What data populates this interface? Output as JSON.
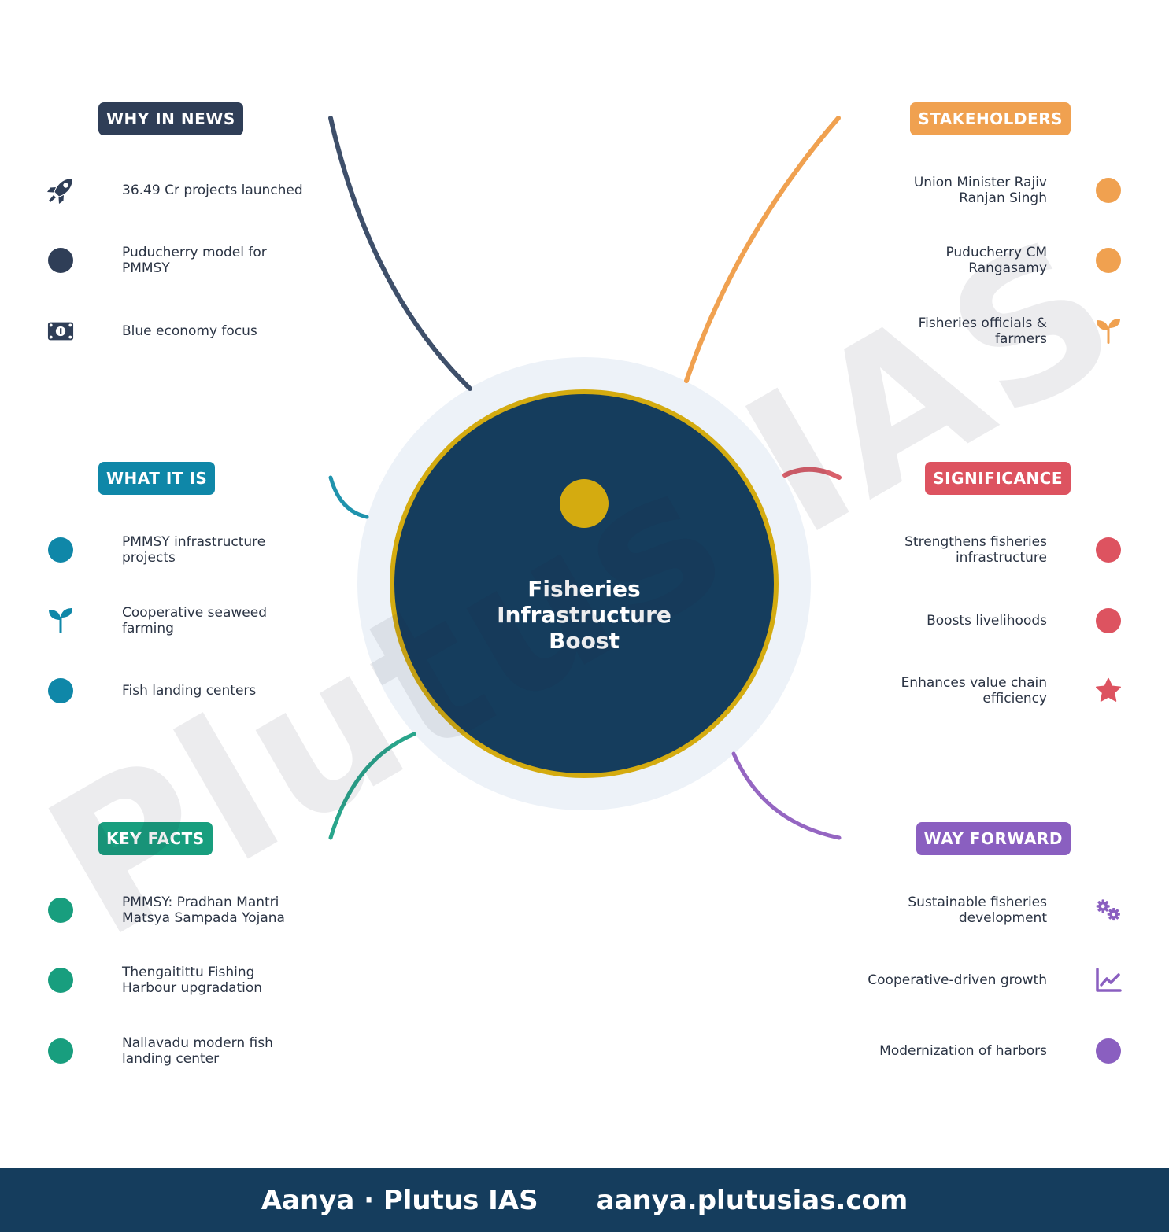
{
  "center": {
    "title_lines": [
      "Fisheries",
      "Infrastructure",
      "Boost"
    ]
  },
  "colors": {
    "navy": "#153d5d",
    "gold": "#d4ab10",
    "halo": "#edf2f8",
    "why": "#2f3e57",
    "what": "#0f87a8",
    "facts": "#189e7e",
    "stake": "#f0a150",
    "sig": "#dd5360",
    "way": "#8a5fc0"
  },
  "sections": {
    "why": {
      "label": "WHY IN NEWS",
      "items": [
        {
          "text": "36.49 Cr projects launched",
          "icon": "rocket-icon"
        },
        {
          "text": "Puducherry model for PMMSY",
          "icon": "dot-icon"
        },
        {
          "text": "Blue economy focus",
          "icon": "money-bill-icon"
        }
      ]
    },
    "what": {
      "label": "WHAT IT IS",
      "items": [
        {
          "text": "PMMSY infrastructure projects",
          "icon": "dot-icon"
        },
        {
          "text": "Cooperative seaweed farming",
          "icon": "seedling-icon"
        },
        {
          "text": "Fish landing centers",
          "icon": "dot-icon"
        }
      ]
    },
    "facts": {
      "label": "KEY FACTS",
      "items": [
        {
          "text": "PMMSY: Pradhan Mantri Matsya Sampada Yojana",
          "icon": "dot-icon"
        },
        {
          "text": "Thengaitittu Fishing Harbour upgradation",
          "icon": "dot-icon"
        },
        {
          "text": "Nallavadu modern fish landing center",
          "icon": "dot-icon"
        }
      ]
    },
    "stake": {
      "label": "STAKEHOLDERS",
      "items": [
        {
          "text": "Union Minister Rajiv Ranjan Singh",
          "icon": "dot-icon"
        },
        {
          "text": "Puducherry CM Rangasamy",
          "icon": "dot-icon"
        },
        {
          "text": "Fisheries officials & farmers",
          "icon": "seedling-icon"
        }
      ]
    },
    "sig": {
      "label": "SIGNIFICANCE",
      "items": [
        {
          "text": "Strengthens fisheries infrastructure",
          "icon": "dot-icon"
        },
        {
          "text": "Boosts livelihoods",
          "icon": "dot-icon"
        },
        {
          "text": "Enhances value chain efficiency",
          "icon": "star-icon"
        }
      ]
    },
    "way": {
      "label": "WAY FORWARD",
      "items": [
        {
          "text": "Sustainable fisheries development",
          "icon": "gears-icon"
        },
        {
          "text": "Cooperative-driven growth",
          "icon": "chart-line-icon"
        },
        {
          "text": "Modernization of harbors",
          "icon": "dot-icon"
        }
      ]
    }
  },
  "watermark": "Plutus IAS",
  "footer": {
    "brand": "Aanya · Plutus IAS",
    "url": "aanya.plutusias.com"
  }
}
